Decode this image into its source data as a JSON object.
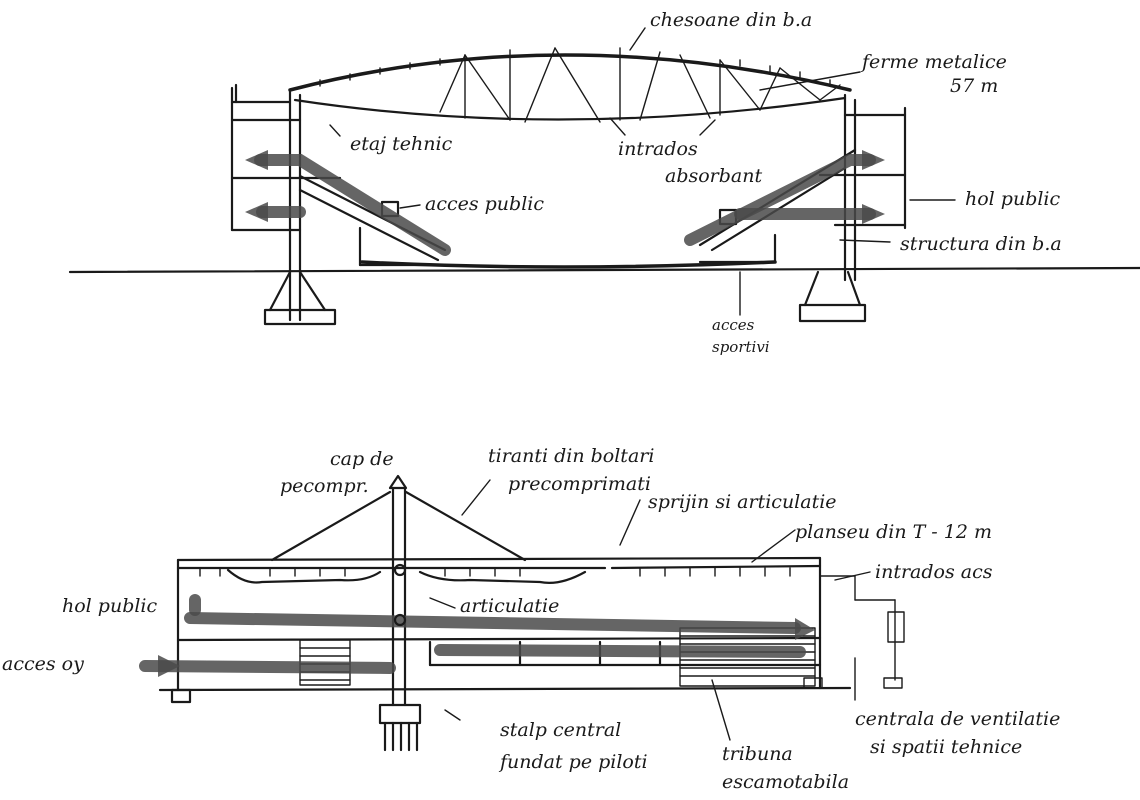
{
  "section_top": {
    "labels": {
      "roof": "chesoane din b.a",
      "truss_1": "ferme metalice",
      "truss_2": "57 m",
      "tech_floor": "etaj tehnic",
      "ceiling_1": "intrados",
      "ceiling_2": "absorbant",
      "public_access": "acces public",
      "public_hall": "hol public",
      "structure": "structura din b.a",
      "athletes_1": "acces",
      "athletes_2": "sportivi"
    }
  },
  "section_bottom": {
    "labels": {
      "head_1": "cap de",
      "head_2": "pecompr.",
      "cables_1": "tiranti din boltari",
      "cables_2": "precomprimati",
      "supports": "sprijin si articulatie",
      "slab": "planseu din T - 12 m",
      "ceiling": "intrados acs",
      "public_hall": "hol public",
      "hinge": "articulatie",
      "access": "acces oy",
      "pillar_1": "stalp central",
      "pillar_2": "fundat pe piloti",
      "stands_1": "tribuna",
      "stands_2": "escamotabila",
      "plant_1": "centrala de ventilatie",
      "plant_2": "si spatii tehnice"
    }
  }
}
